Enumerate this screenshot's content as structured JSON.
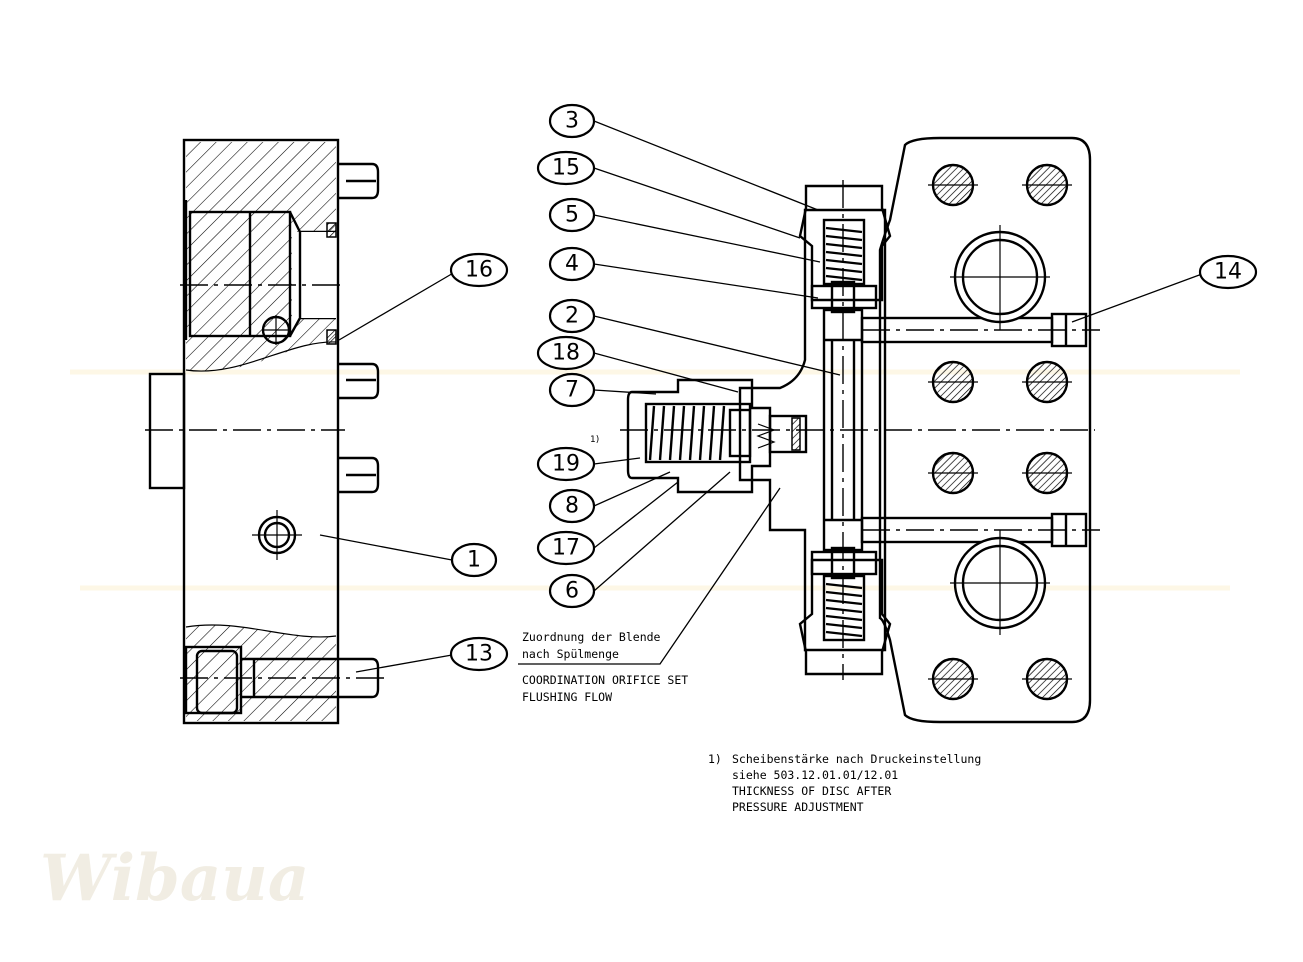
{
  "drawing": {
    "title": "Valve block assembly – sectional views",
    "watermark": "Wibaua",
    "colors": {
      "line": "#000000",
      "background": "#ffffff",
      "watermark_grey": "#f4f1ea",
      "watermark_yellow": "#fdf7e6"
    }
  },
  "callouts": [
    {
      "id": "1",
      "label": "1"
    },
    {
      "id": "2",
      "label": "2"
    },
    {
      "id": "3",
      "label": "3"
    },
    {
      "id": "4",
      "label": "4"
    },
    {
      "id": "5",
      "label": "5"
    },
    {
      "id": "6",
      "label": "6"
    },
    {
      "id": "7",
      "label": "7"
    },
    {
      "id": "8",
      "label": "8"
    },
    {
      "id": "13",
      "label": "13"
    },
    {
      "id": "14",
      "label": "14"
    },
    {
      "id": "15",
      "label": "15"
    },
    {
      "id": "16",
      "label": "16"
    },
    {
      "id": "17",
      "label": "17"
    },
    {
      "id": "18",
      "label": "18"
    },
    {
      "id": "19",
      "label": "19",
      "superscript": "1)"
    }
  ],
  "notes": {
    "orifice_de_line1": "Zuordnung der Blende",
    "orifice_de_line2": "nach Spülmenge",
    "orifice_en_line1": "COORDINATION ORIFICE SET",
    "orifice_en_line2": "FLUSHING FLOW",
    "footnote_marker": "1)",
    "footnote_de_line1": "Scheibenstärke nach Druckeinstellung",
    "footnote_de_line2": "siehe  503.12.01.01/12.01",
    "footnote_en_line1": "THICKNESS OF DISC AFTER",
    "footnote_en_line2": "PRESSURE ADJUSTMENT"
  }
}
